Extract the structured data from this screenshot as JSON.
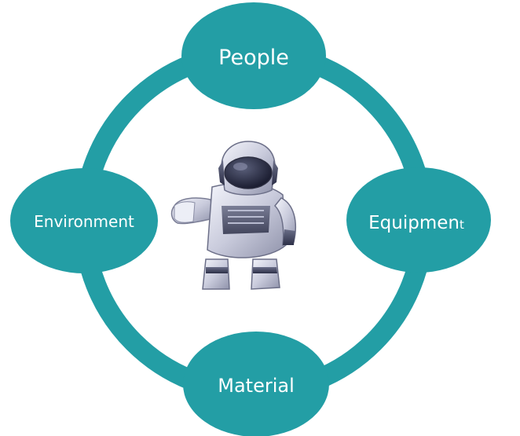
{
  "diagram": {
    "type": "cycle",
    "accent_color": "#239ea5",
    "center_image": "robot-illustration",
    "nodes": {
      "top": {
        "label_main": "People",
        "label_tail": ""
      },
      "right": {
        "label_main": "Equipmen",
        "label_tail": "t"
      },
      "bottom": {
        "label_main": "Material",
        "label_tail": ""
      },
      "left": {
        "label_main": "Environment",
        "label_tail": ""
      }
    }
  }
}
